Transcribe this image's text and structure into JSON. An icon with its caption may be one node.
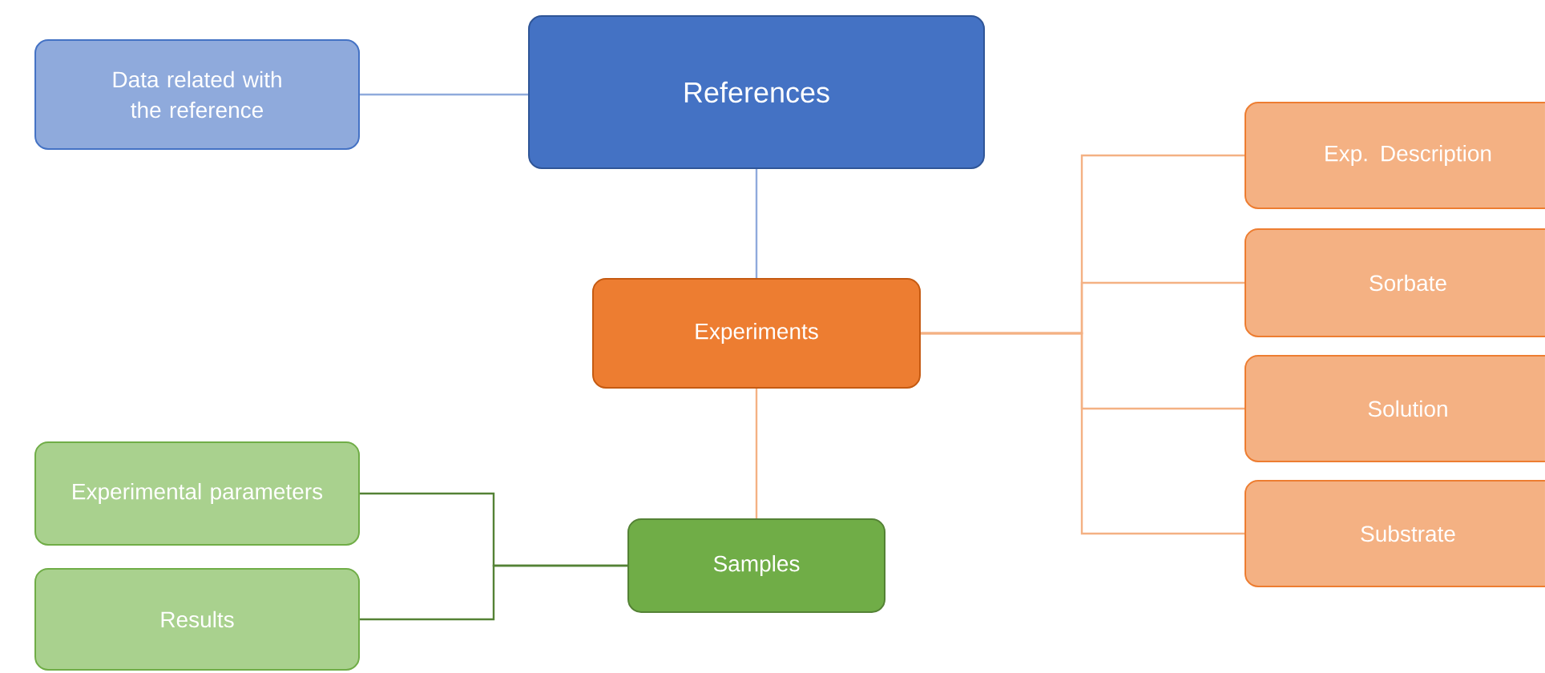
{
  "diagram": {
    "nodes": [
      {
        "text": [
          "Data related with the reference"
        ]
      },
      {
        "text": [
          "References"
        ]
      },
      {
        "text": [
          "Experiments"
        ]
      },
      {
        "text": [
          "Exp. Description"
        ]
      },
      {
        "text": [
          "Sorbate"
        ]
      },
      {
        "text": [
          "Solution"
        ]
      },
      {
        "text": [
          "Substrate"
        ]
      },
      {
        "text": [
          "Experimental parameters"
        ]
      },
      {
        "text": [
          "Results"
        ]
      },
      {
        "text": [
          "Samples"
        ]
      }
    ],
    "edges": [
      {
        "from": 0,
        "to": 1,
        "arrow": "none",
        "color": "#8faadc"
      },
      {
        "from": 1,
        "to": 2,
        "arrow": "none",
        "color": "#8faadc"
      },
      {
        "from": 2,
        "to": 3,
        "arrow": "none"
      },
      {
        "from": 2,
        "to": 4,
        "arrow": "none"
      },
      {
        "from": 2,
        "to": 5,
        "arrow": "none"
      },
      {
        "from": 2,
        "to": 6,
        "arrow": "none"
      },
      {
        "from": 2,
        "to": 9,
        "arrow": "none"
      },
      {
        "from": 9,
        "to": 7,
        "arrow": "none",
        "color": "#548235"
      },
      {
        "from": 9,
        "to": 8,
        "arrow": "none",
        "color": "#548235"
      }
    ]
  }
}
